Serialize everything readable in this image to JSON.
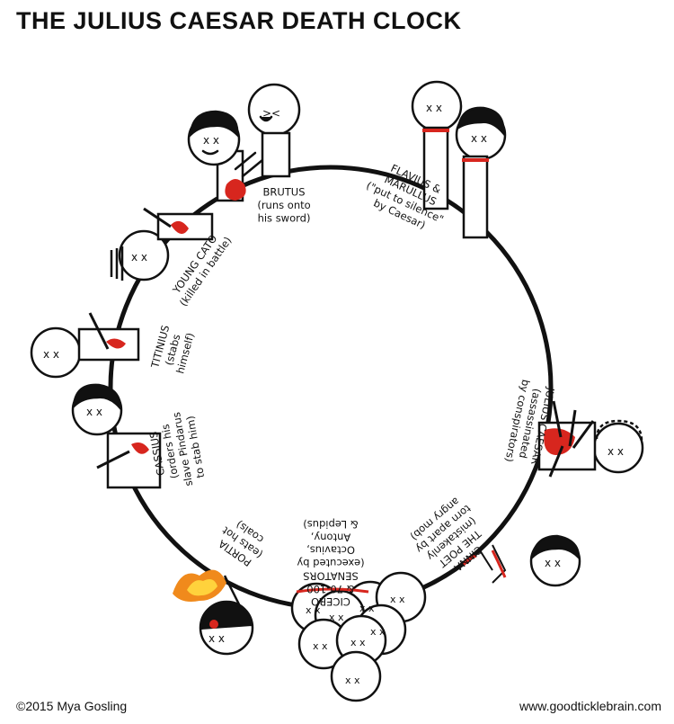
{
  "title": "THE JULIUS CAESAR DEATH CLOCK",
  "footer": {
    "copyright": "©2015 Mya Gosling",
    "website": "www.goodticklebrain.com"
  },
  "colors": {
    "ink": "#111111",
    "blood": "#d7261e",
    "fire_outer": "#f08a1c",
    "fire_inner": "#ffd23c"
  },
  "deaths": [
    {
      "id": "brutus",
      "lines": [
        "BRUTUS",
        "(runs onto",
        "his sword)"
      ]
    },
    {
      "id": "flavius-marullus",
      "lines": [
        "FLAVIUS &",
        "MARULLUS",
        "(\"put to silence\"",
        "by Caesar)"
      ]
    },
    {
      "id": "julius-caesar",
      "lines": [
        "JULIUS CAESAR",
        "(assassinated",
        "by conspirators)"
      ]
    },
    {
      "id": "cinna",
      "lines": [
        "CINNA",
        "THE POET",
        "(mistakenly",
        "torn apart by",
        "angry mob)"
      ]
    },
    {
      "id": "cicero",
      "lines": [
        "CICERO",
        "& 70-100",
        "SENATORS",
        "(executed by",
        "Octavius,",
        "Antony,",
        "& Lepidus)"
      ]
    },
    {
      "id": "portia",
      "lines": [
        "PORTIA",
        "(eats hot",
        "coals)"
      ]
    },
    {
      "id": "cassius",
      "lines": [
        "CASSIUS",
        "(orders his",
        "slave Pindarus",
        "to stab him)"
      ]
    },
    {
      "id": "titinius",
      "lines": [
        "TITINIUS",
        "(stabs",
        "himself)"
      ]
    },
    {
      "id": "young-cato",
      "lines": [
        "YOUNG CATO",
        "(killed in battle)"
      ]
    }
  ]
}
